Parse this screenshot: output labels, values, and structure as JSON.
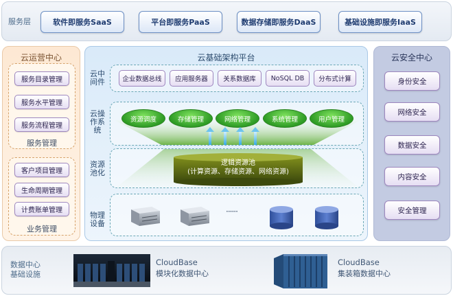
{
  "service_layer": {
    "label": "服务层",
    "services": [
      "软件即服务SaaS",
      "平台即服务PaaS",
      "数据存储即服务DaaS",
      "基础设施即服务IaaS"
    ]
  },
  "ops_center": {
    "title": "云运营中心",
    "service_mgmt": {
      "items": [
        "服务目录管理",
        "服务水平管理",
        "服务流程管理"
      ],
      "caption": "服务管理"
    },
    "business_mgmt": {
      "items": [
        "客户项目管理",
        "生命周期管理",
        "计费账单管理"
      ],
      "caption": "业务管理"
    }
  },
  "platform": {
    "title": "云基础架构平台",
    "middleware": {
      "label": "云中间件",
      "items": [
        "企业数据总线",
        "应用服务器",
        "关系数据库",
        "NoSQL DB",
        "分布式计算"
      ]
    },
    "cloud_os": {
      "label": "云操作系统",
      "items": [
        "资源调度",
        "存储管理",
        "网络管理",
        "系统管理",
        "用户管理"
      ]
    },
    "resource_pool": {
      "label": "资源池化",
      "pool_title": "逻辑资源池",
      "pool_detail": "(计算资源、存储资源、网络资源)"
    },
    "physical": {
      "label": "物理设备",
      "ellipsis": "······"
    }
  },
  "security_center": {
    "title": "云安全中心",
    "items": [
      "身份安全",
      "网络安全",
      "数据安全",
      "内容安全",
      "安全管理"
    ]
  },
  "infra_layer": {
    "label": "数据中心基础设施",
    "modular": {
      "brand": "CloudBase",
      "name": "模块化数据中心"
    },
    "container": {
      "brand": "CloudBase",
      "name": "集装箱数据中心"
    }
  },
  "colors": {
    "accent_green": "#2e9b25",
    "ops_bg": "#fde8d3",
    "platform_bg": "#d9eaf9",
    "security_bg": "#c3cbe2",
    "container_blue": "#2f5f93"
  }
}
